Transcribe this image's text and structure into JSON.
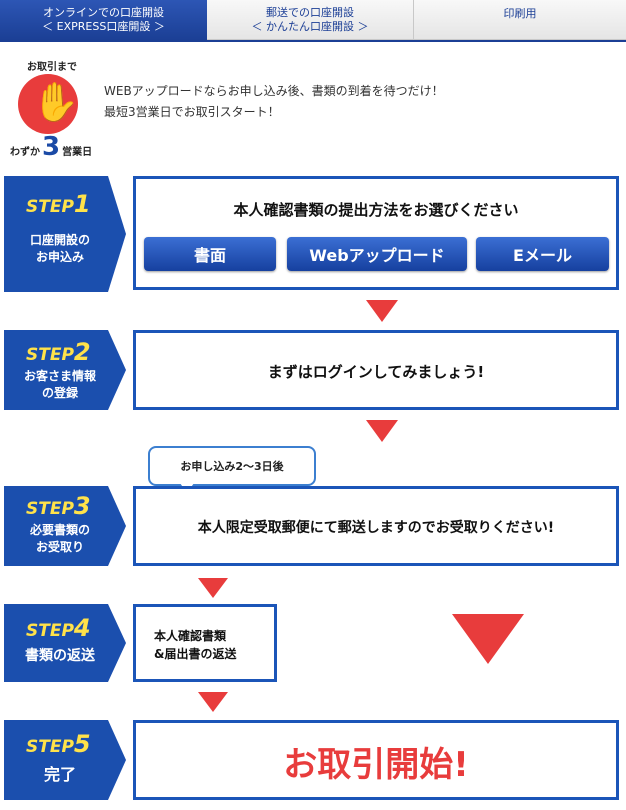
{
  "tabs": [
    {
      "line1": "オンラインでの口座開設",
      "line2": "＜ EXPRESS口座開設 ＞"
    },
    {
      "line1": "郵送での口座開設",
      "line2": "＜ かんたん口座開設 ＞"
    },
    {
      "line1": "印刷用"
    }
  ],
  "badge": {
    "top": "お取引まで",
    "prefix": "わずか",
    "number": "3",
    "suffix": "営業日"
  },
  "intro": {
    "line1": "WEBアップロードならお申し込み後、書類の到着を待つだけ！",
    "line2": "最短3営業日でお取引スタート！"
  },
  "steps": [
    {
      "label": "STEP",
      "num": "1",
      "desc1": "口座開設の",
      "desc2": "お申込み"
    },
    {
      "label": "STEP",
      "num": "2",
      "desc1": "お客さま情報",
      "desc2": "の登録"
    },
    {
      "label": "STEP",
      "num": "3",
      "desc1": "必要書類の",
      "desc2": "お受取り"
    },
    {
      "label": "STEP",
      "num": "4",
      "desc1": "書類の返送"
    },
    {
      "label": "STEP",
      "num": "5",
      "desc1": "完了"
    }
  ],
  "step1_box": {
    "title": "本人確認書類の提出方法をお選びください",
    "buttons": [
      "書面",
      "Webアップロード",
      "Eメール"
    ]
  },
  "step2_box": {
    "text": "まずはログインしてみましょう!"
  },
  "bubble": {
    "text": "お申し込み2～3日後"
  },
  "step3_box": {
    "text": "本人限定受取郵便にて郵送しますのでお受取りください!"
  },
  "step4_box": {
    "line1": "本人確認書類",
    "line2": "&届出書の返送"
  },
  "step5_box": {
    "text": "お取引開始!"
  },
  "colors": {
    "primary_blue": "#1b55b8",
    "arrow_red": "#e83c3c",
    "step_yellow": "#ffe24a",
    "finish_red": "#e83c3c"
  }
}
